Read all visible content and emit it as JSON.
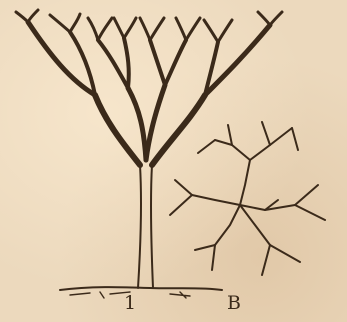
{
  "figure": {
    "label_a": "1",
    "label_b": "B"
  },
  "colors": {
    "paper": "#ecd9bd",
    "ink": "#3b2a1a"
  },
  "icons": {
    "drawing_a": "dichotomous-tree-drawing",
    "drawing_b": "branching-line-diagram"
  }
}
